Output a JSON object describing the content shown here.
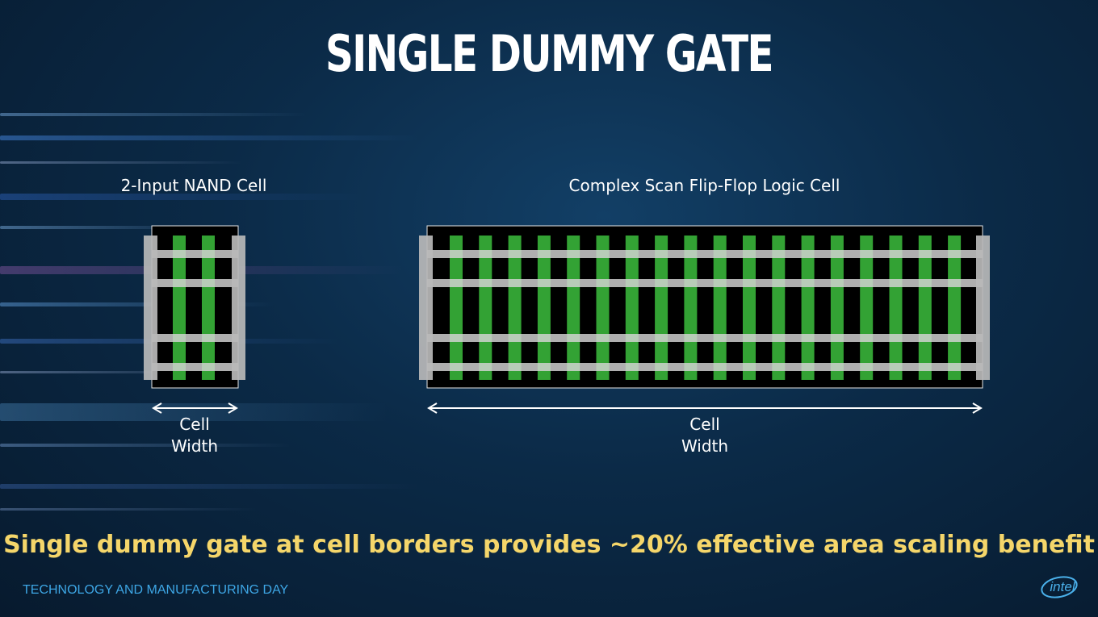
{
  "slide": {
    "title": "SINGLE DUMMY GATE",
    "benefit": "Single dummy gate at cell borders provides ~20% effective area scaling benefit",
    "footer": "TECHNOLOGY AND MANUFACTURING DAY",
    "logo": "intel"
  },
  "cells": {
    "nand": {
      "label": "2-Input NAND Cell",
      "gate_count": 2,
      "width_label_line1": "Cell",
      "width_label_line2": "Width"
    },
    "flipflop": {
      "label": "Complex Scan Flip-Flop Logic Cell",
      "gate_count": 18,
      "width_label_line1": "Cell",
      "width_label_line2": "Width"
    }
  },
  "colors": {
    "gate": "#38b43a",
    "dummy_gate": "#b8b8b8",
    "fin": "#d6d6d6",
    "cell_fill": "#000000",
    "cell_border": "#e6e6e6",
    "benefit_text": "#f5d66a",
    "footer_text": "#3ea7e6"
  }
}
